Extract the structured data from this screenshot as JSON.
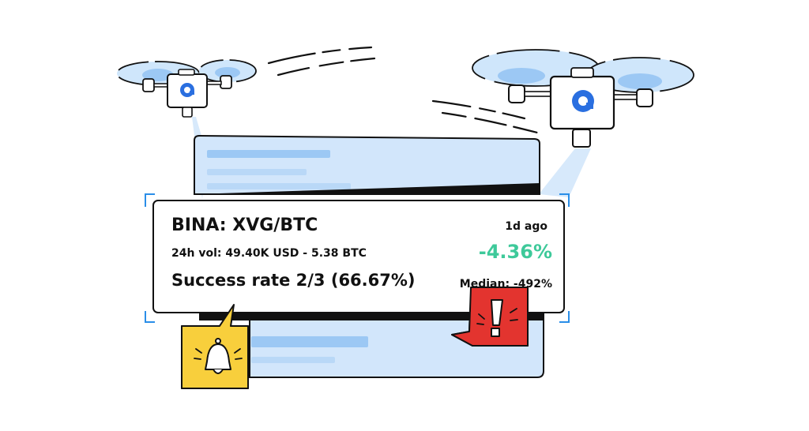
{
  "ticker_card": {
    "pair": "BINA: XVG/BTC",
    "age": "1d ago",
    "volume": "24h vol: 49.40K USD - 5.38 BTC",
    "change": "-4.36%",
    "success_rate": "Success rate 2/3 (66.67%)",
    "median": "Median: -492%"
  },
  "icons": {
    "left_drone": "drone-icon",
    "right_drone": "drone-icon",
    "bell": "bell-icon",
    "alert": "exclamation-icon"
  },
  "colors": {
    "change": "#3ec99a",
    "bell_bubble": "#f8cf3c",
    "alert_bubble": "#e3342f",
    "light_blue": "#cfe6fb",
    "drone_logo": "#2a6fe0"
  }
}
